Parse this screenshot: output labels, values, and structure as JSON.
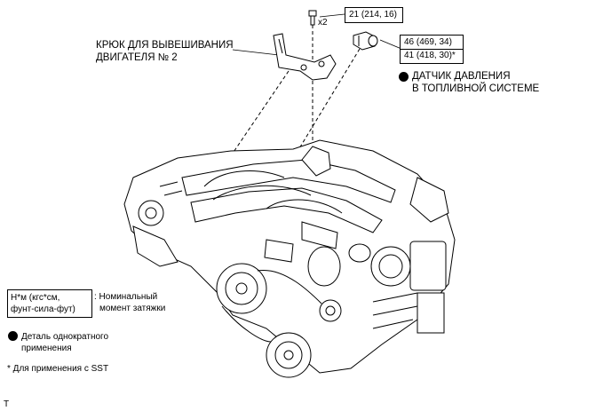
{
  "callouts": {
    "hook_label_line1": "КРЮК ДЛЯ ВЫВЕШИВАНИЯ",
    "hook_label_line2": "ДВИГАТЕЛЯ № 2",
    "sensor_label_line1": "ДАТЧИК ДАВЛЕНИЯ",
    "sensor_label_line2": "В ТОПЛИВНОЙ СИСТЕМЕ",
    "bolt_qty": "x2"
  },
  "torque": {
    "bolt": "21 (214, 16)",
    "sensor_1": "46 (469, 34)",
    "sensor_2": "41 (418, 30)*"
  },
  "legend": {
    "unit_box_line1": "Н*м (кгс*см,",
    "unit_box_line2": "фунт-сила-фут)",
    "unit_desc_line1": ": Номинальный",
    "unit_desc_line2": "момент затяжки",
    "single_use_line1": "Деталь однократного",
    "single_use_line2": "применения",
    "sst_note": "* Для применения с SST"
  },
  "corner_mark": "T"
}
